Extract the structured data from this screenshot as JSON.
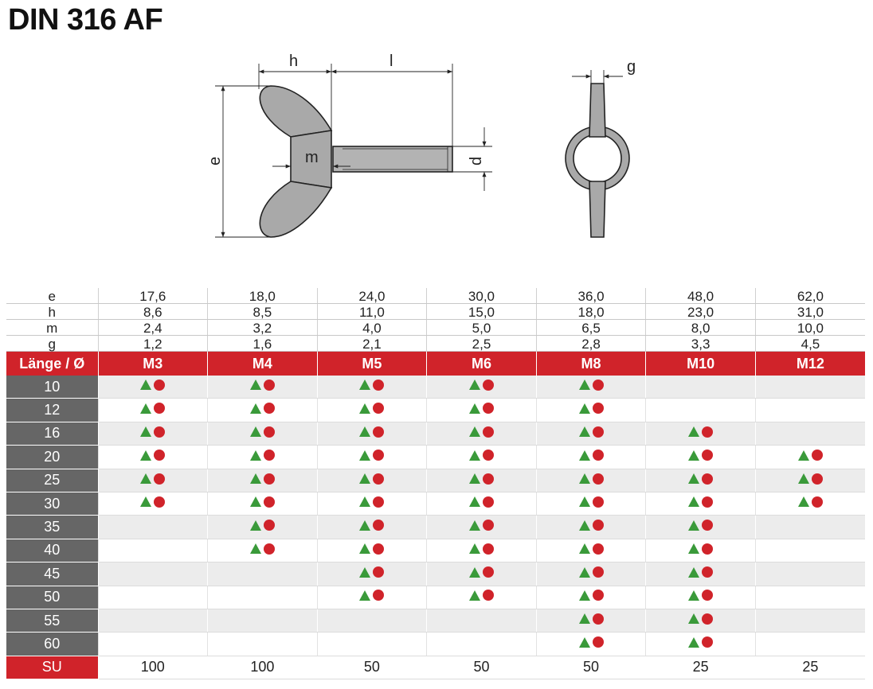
{
  "title": "DIN 316 AF",
  "drawing_labels": {
    "e": "e",
    "h": "h",
    "l": "l",
    "m": "m",
    "d": "d",
    "g": "g"
  },
  "colors": {
    "header_red": "#d0232a",
    "row_label_gray": "#666666",
    "triangle_green": "#3a9a3a",
    "dot_red": "#d0232a"
  },
  "dims_rows": [
    {
      "label": "e",
      "values": [
        "17,6",
        "18,0",
        "24,0",
        "30,0",
        "36,0",
        "48,0",
        "62,0"
      ]
    },
    {
      "label": "h",
      "values": [
        "8,6",
        "8,5",
        "11,0",
        "15,0",
        "18,0",
        "23,0",
        "31,0"
      ]
    },
    {
      "label": "m",
      "values": [
        "2,4",
        "3,2",
        "4,0",
        "5,0",
        "6,5",
        "8,0",
        "10,0"
      ]
    },
    {
      "label": "g",
      "values": [
        "1,2",
        "1,6",
        "2,1",
        "2,5",
        "2,8",
        "3,3",
        "4,5"
      ]
    }
  ],
  "header": {
    "label": "Länge / Ø",
    "sizes": [
      "M3",
      "M4",
      "M5",
      "M6",
      "M8",
      "M10",
      "M12"
    ]
  },
  "availability_icons": [
    "green-triangle-icon",
    "red-dot-icon"
  ],
  "length_rows": [
    {
      "length": "10",
      "available": [
        1,
        1,
        1,
        1,
        1,
        0,
        0
      ]
    },
    {
      "length": "12",
      "available": [
        1,
        1,
        1,
        1,
        1,
        0,
        0
      ]
    },
    {
      "length": "16",
      "available": [
        1,
        1,
        1,
        1,
        1,
        1,
        0
      ]
    },
    {
      "length": "20",
      "available": [
        1,
        1,
        1,
        1,
        1,
        1,
        1
      ]
    },
    {
      "length": "25",
      "available": [
        1,
        1,
        1,
        1,
        1,
        1,
        1
      ]
    },
    {
      "length": "30",
      "available": [
        1,
        1,
        1,
        1,
        1,
        1,
        1
      ]
    },
    {
      "length": "35",
      "available": [
        0,
        1,
        1,
        1,
        1,
        1,
        0
      ]
    },
    {
      "length": "40",
      "available": [
        0,
        1,
        1,
        1,
        1,
        1,
        0
      ]
    },
    {
      "length": "45",
      "available": [
        0,
        0,
        1,
        1,
        1,
        1,
        0
      ]
    },
    {
      "length": "50",
      "available": [
        0,
        0,
        1,
        1,
        1,
        1,
        0
      ]
    },
    {
      "length": "55",
      "available": [
        0,
        0,
        0,
        0,
        1,
        1,
        0
      ]
    },
    {
      "length": "60",
      "available": [
        0,
        0,
        0,
        0,
        1,
        1,
        0
      ]
    }
  ],
  "su_row": {
    "label": "SU",
    "values": [
      "100",
      "100",
      "50",
      "50",
      "50",
      "25",
      "25"
    ]
  }
}
